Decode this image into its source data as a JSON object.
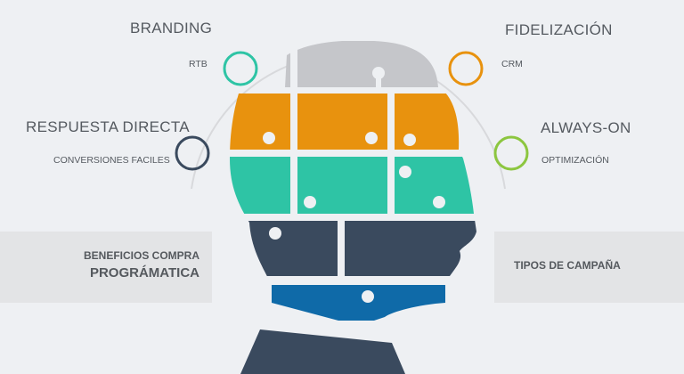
{
  "labels": {
    "branding": {
      "title": "BRANDING",
      "sub": "RTB"
    },
    "fidelizacion": {
      "title": "FIDELIZACIÓN",
      "sub": "CRM"
    },
    "respuesta": {
      "title": "RESPUESTA DIRECTA",
      "sub": "CONVERSIONES FACILES"
    },
    "always_on": {
      "title": "ALWAYS-ON",
      "sub": "OPTIMIZACIÓN"
    }
  },
  "boxes": {
    "left_line1": "BENEFICIOS COMPRA",
    "left_line2": "PROGRÁMATICA",
    "right": "TIPOS DE CAMPAÑA"
  },
  "colors": {
    "gray": "#c5c6ca",
    "orange": "#e8920e",
    "teal": "#2ec4a5",
    "dark": "#3a4a5e",
    "blue": "#0f6aa8",
    "green": "#8cc63f"
  }
}
